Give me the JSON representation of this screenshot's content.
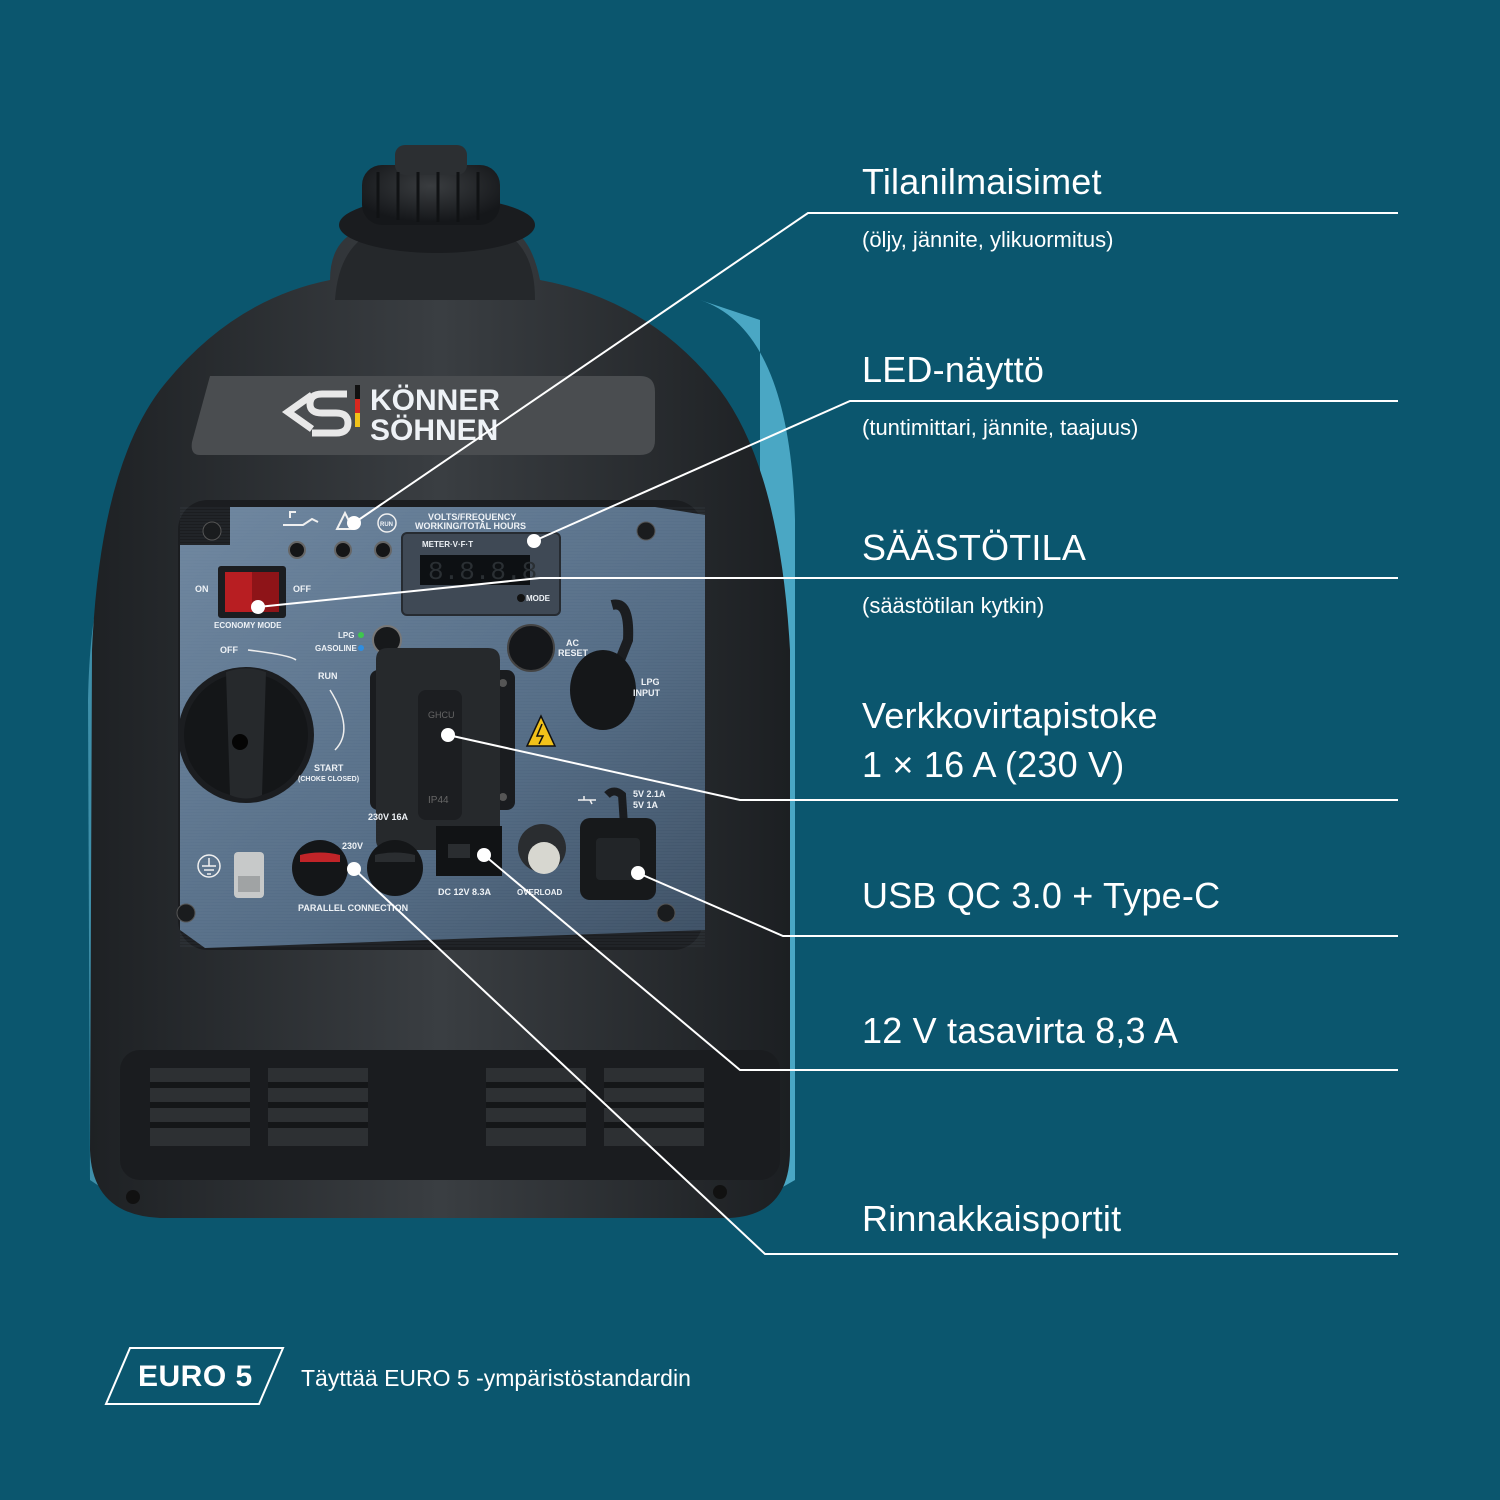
{
  "colors": {
    "background": "#0b566e",
    "text": "#ffffff",
    "line": "#ffffff",
    "generator_body": "#2e3134",
    "panel": "#5d7690",
    "accent_blue": "#4aa7c4"
  },
  "features": [
    {
      "title": "Tilanilmaisimet",
      "subtitle": "(öljy, jännite, ylikuormitus)"
    },
    {
      "title": "LED-näyttö",
      "subtitle": "(tuntimittari, jännite, taajuus)"
    },
    {
      "title": "SÄÄSTÖTILA",
      "subtitle": "(säästötilan kytkin)"
    },
    {
      "title_line1": "Verkkovirtapistoke",
      "title_line2": "1 × 16 A (230 V)"
    },
    {
      "title": "USB QC 3.0 + Type-C"
    },
    {
      "title": "12 V tasavirta 8,3 A"
    },
    {
      "title": "Rinnakkaisportit"
    }
  ],
  "euro": {
    "badge": "EURO 5",
    "description": "Täyttää EURO 5 -ympäristöstandardin"
  },
  "generator": {
    "brand_line1": "KÖNNER",
    "brand_line2": "SÖHNEN",
    "panel_labels": {
      "volts_frequency": "VOLTS/FREQUENCY",
      "working_hours": "WORKING/TOTAL HOURS",
      "meter": "METER·V·F·T",
      "mode": "MODE",
      "on": "ON",
      "off": "OFF",
      "economy_mode": "ECONOMY MODE",
      "lpg": "LPG",
      "gasoline": "GASOLINE",
      "ac_reset_1": "AC",
      "ac_reset_2": "RESET",
      "lpg_input_1": "LPG",
      "lpg_input_2": "INPUT",
      "dial_off": "OFF",
      "run": "RUN",
      "start": "START",
      "choke_closed": "(CHOKE CLOSED)",
      "socket_voltage": "230V 16A",
      "usb_1": "5V 2.1A",
      "usb_2": "5V 1A",
      "parallel_230": "230V",
      "parallel_connection": "PARALLEL CONNECTION",
      "dc_label": "DC 12V 8.3A",
      "overload": "OVERLOAD",
      "ip": "IP44",
      "run_icon": "RUN",
      "socket_brand": "GHCU"
    },
    "display_digits": "8.8.8.8",
    "icons": [
      "oil-icon",
      "warning-icon",
      "run-icon",
      "ground-icon",
      "usb-icon",
      "lightning-icon"
    ]
  }
}
